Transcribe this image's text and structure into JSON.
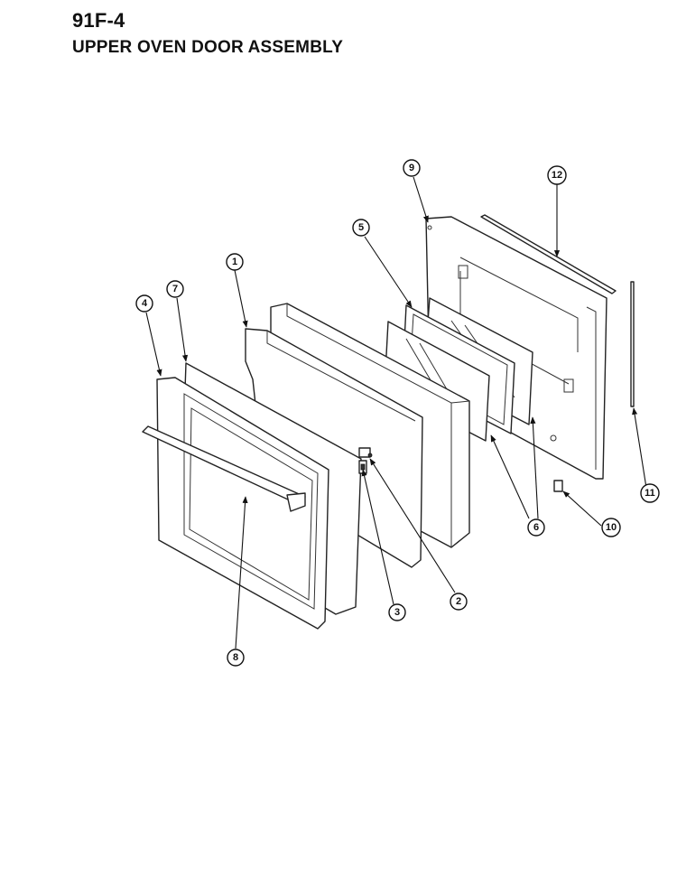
{
  "header": {
    "code": "91F-4",
    "title": "UPPER OVEN DOOR ASSEMBLY"
  },
  "callouts": [
    "1",
    "2",
    "3",
    "4",
    "5",
    "6",
    "7",
    "8",
    "9",
    "10",
    "11",
    "12"
  ]
}
